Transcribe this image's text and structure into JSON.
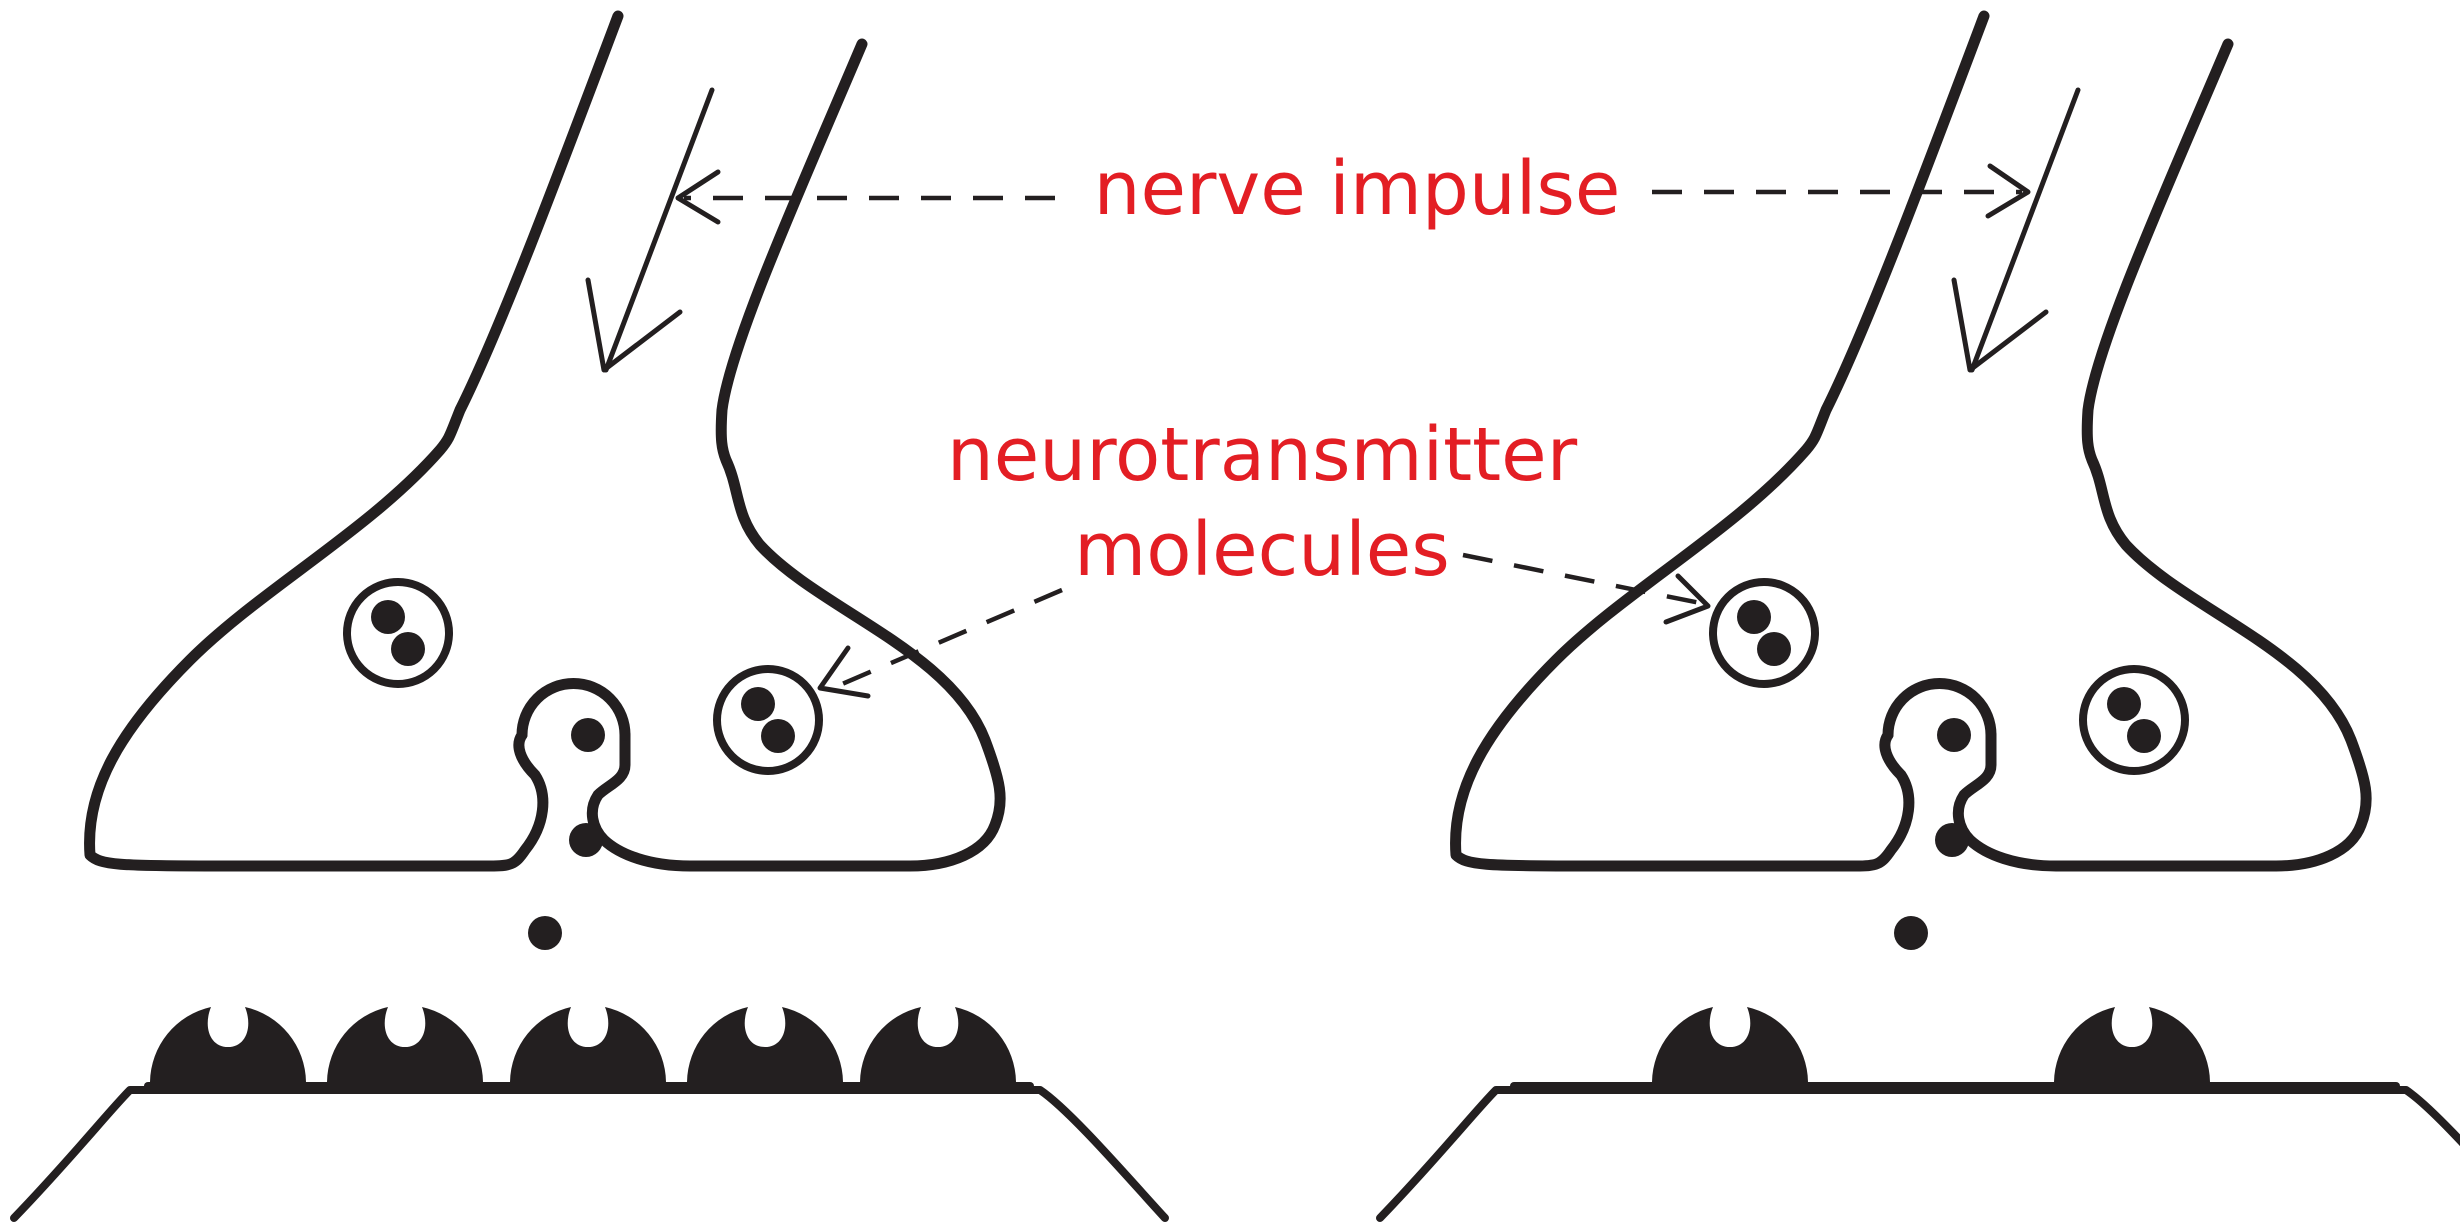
{
  "labels": {
    "nerve_impulse": "nerve impulse",
    "neurotransmitter_line1": "neurotransmitter",
    "neurotransmitter_line2": "molecules"
  },
  "colors": {
    "label": "#e31e24",
    "line": "#231f20",
    "background": "#ffffff"
  },
  "synapses": [
    {
      "name": "left",
      "receptor_count": 5
    },
    {
      "name": "right",
      "receptor_count": 2
    }
  ]
}
